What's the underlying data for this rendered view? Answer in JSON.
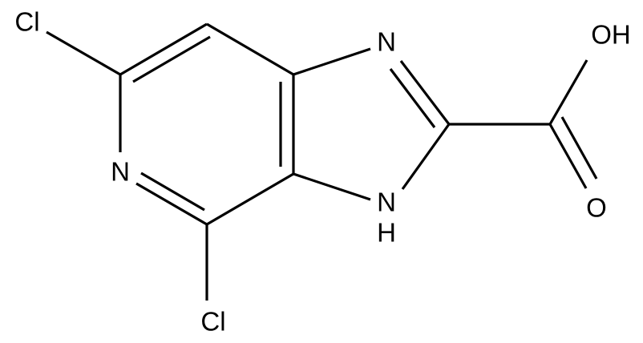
{
  "molecule": {
    "atoms": [
      {
        "id": "cl_top",
        "label": "Cl"
      },
      {
        "id": "n_pyridine",
        "label": "N"
      },
      {
        "id": "cl_bottom",
        "label": "Cl"
      },
      {
        "id": "n_imidazole",
        "label": "N"
      },
      {
        "id": "nh_imidazole_n",
        "label": "N"
      },
      {
        "id": "nh_imidazole_h",
        "label": "H"
      },
      {
        "id": "oh_acid",
        "label": "OH"
      },
      {
        "id": "o_carbonyl",
        "label": "O"
      }
    ]
  }
}
